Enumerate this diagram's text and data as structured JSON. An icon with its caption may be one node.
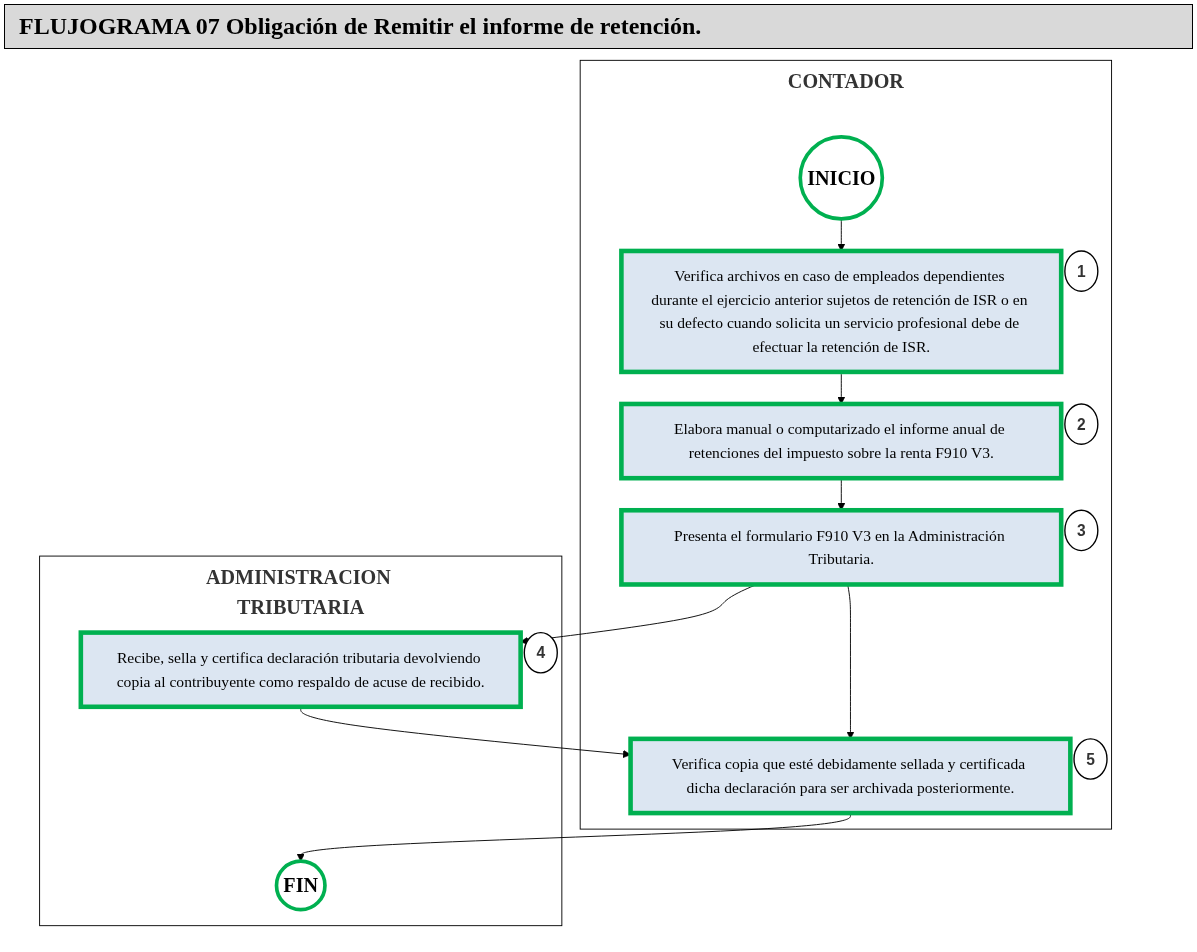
{
  "diagram": {
    "title": "FLUJOGRAMA 07 Obligación de Remitir el informe de retención.",
    "nodes": [
      {
        "text": [
          "CONTADOR"
        ]
      },
      {
        "text": [
          "ADMINISTRACION TRIBUTARIA"
        ]
      },
      {
        "text": [
          "INICIO"
        ],
        "in": 0
      },
      {
        "text": [
          "Verifica archivos en caso de empleados dependientes durante el ejercicio anterior sujetos de retención de ISR o en su defecto cuando solicita un servicio profesional debe de efectuar la retención de ISR."
        ],
        "in": 0,
        "beside": [
          "1"
        ]
      },
      {
        "text": [
          "Elabora manual o computarizado el informe anual de retenciones del impuesto sobre la renta F910 V3."
        ],
        "in": 0,
        "beside": [
          "2"
        ]
      },
      {
        "text": [
          "Presenta el formulario F910 V3 en la Administración Tributaria."
        ],
        "in": 0,
        "beside": [
          "3"
        ]
      },
      {
        "text": [
          "Recibe, sella y certifica declaración tributaria devolviendo copia al contribuyente como respaldo de acuse de recibido."
        ],
        "in": 1,
        "beside": [
          "4"
        ]
      },
      {
        "text": [
          "Verifica copia que esté debidamente sellada y certificada dicha declaración para ser archivada posteriormente."
        ],
        "in": 0,
        "beside": [
          "5"
        ]
      },
      {
        "text": [
          "FIN"
        ],
        "in": 1
      }
    ],
    "edges": [
      {
        "from": 2,
        "to": 3,
        "arrow": "to"
      },
      {
        "from": 3,
        "to": 4,
        "arrow": "to"
      },
      {
        "from": 4,
        "to": 5,
        "arrow": "to"
      },
      {
        "from": 5,
        "to": 6,
        "arrow": "to"
      },
      {
        "from": 5,
        "to": 7,
        "arrow": "to"
      },
      {
        "from": 6,
        "to": 7,
        "arrow": "to"
      },
      {
        "from": 7,
        "to": 8,
        "arrow": "to"
      }
    ]
  }
}
